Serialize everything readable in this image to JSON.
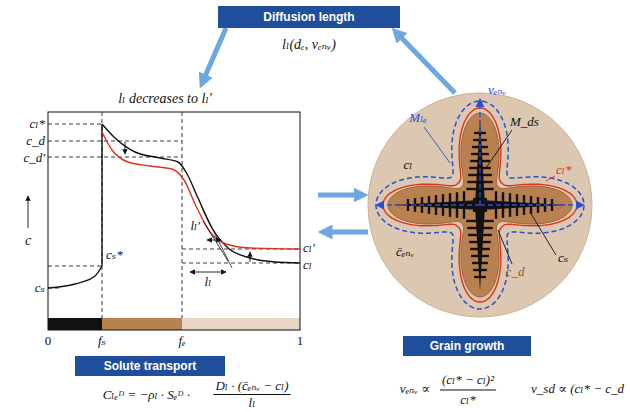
{
  "diagram": {
    "nodes": [
      {
        "text": [
          "Diffusion length"
        ]
      },
      {
        "text": [
          "lₗ decreases to lₗ′",
          "c",
          "cₗ*",
          "c_d",
          "c_d′",
          "cₛ*",
          "cₛ",
          "lₗ′",
          "lₗ",
          "cₗ′",
          "cₗ",
          "0",
          "fₛ",
          "fₑ",
          "1"
        ]
      },
      {
        "text": [
          "vₑₙᵥ",
          "Mₗₑ",
          "cₗ",
          "M_ds",
          "cₗ*",
          "c̄ₑₙᵥ",
          "c_d",
          "cₛ"
        ]
      },
      {
        "text": [
          "Solute transport"
        ]
      },
      {
        "text": [
          "Grain growth"
        ]
      }
    ],
    "edges": [
      {
        "from": 0,
        "to": 1,
        "arrow": "to"
      },
      {
        "from": 2,
        "to": 0,
        "arrow": "to"
      },
      {
        "from": 1,
        "to": 2,
        "arrow": "to"
      },
      {
        "from": 2,
        "to": 1,
        "arrow": "to"
      }
    ],
    "labels": [
      "lₗ(dₑ, vₑₙᵥ)",
      "Cₗₑᴰ = −ρₗ · Sₑᴰ ·",
      "Dₗ · (c̄ₑₙᵥ − cₗ)",
      "lₗ",
      "vₑₙᵥ ∝",
      "(cₗ* − cₗ)²",
      "cₗ*",
      "v_sd ∝ (cₗ* − c_d"
    ]
  }
}
